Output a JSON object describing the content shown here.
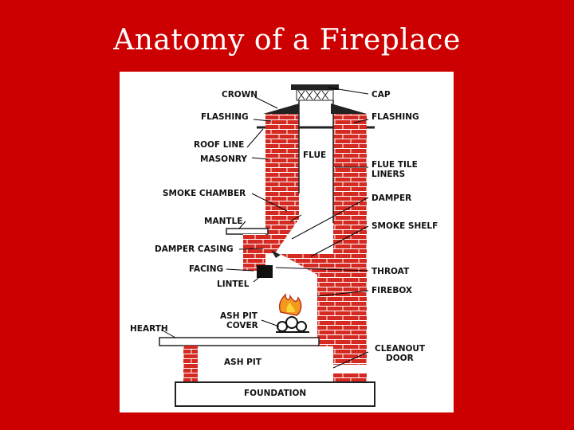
{
  "title": "Anatomy of a Fireplace",
  "labels": {
    "crown": "CROWN",
    "cap": "CAP",
    "flashing_left": "FLASHING",
    "flashing_right": "FLASHING",
    "roof_line": "ROOF LINE",
    "masonry": "MASONRY",
    "flue": "FLUE",
    "flue_tile_liners_1": "FLUE TILE",
    "flue_tile_liners_2": "LINERS",
    "smoke_chamber": "SMOKE CHAMBER",
    "damper": "DAMPER",
    "mantle": "MANTLE",
    "smoke_shelf": "SMOKE SHELF",
    "damper_casing": "DAMPER CASING",
    "facing": "FACING",
    "throat": "THROAT",
    "lintel": "LINTEL",
    "firebox": "FIREBOX",
    "ash_pit_cover_1": "ASH PIT",
    "ash_pit_cover_2": "COVER",
    "hearth": "HEARTH",
    "cleanout_door_1": "CLEANOUT",
    "cleanout_door_2": "DOOR",
    "ash_pit": "ASH PIT",
    "foundation": "FOUNDATION"
  },
  "colors": {
    "background": "#cc0000",
    "brick": "#d42a22",
    "mortar": "#ffffff",
    "title": "#ffffff"
  }
}
